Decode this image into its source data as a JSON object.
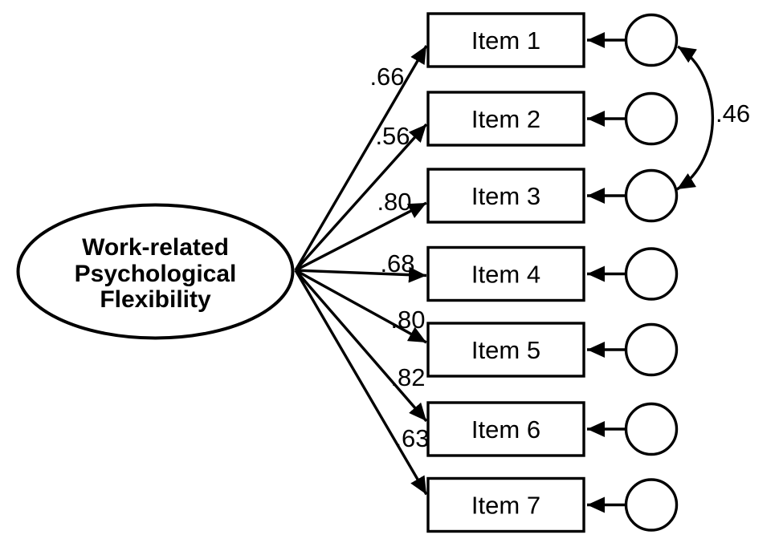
{
  "diagram": {
    "latent_variable": {
      "label_lines": [
        "Work-related",
        "Psychological",
        "Flexibility"
      ]
    },
    "indicators": [
      {
        "label": "Item 1",
        "loading": ".66"
      },
      {
        "label": "Item 2",
        "loading": ".56"
      },
      {
        "label": "Item 3",
        "loading": ".80"
      },
      {
        "label": "Item 4",
        "loading": ".68"
      },
      {
        "label": "Item 5",
        "loading": ".80"
      },
      {
        "label": "Item 6",
        "loading": ".82"
      },
      {
        "label": "Item 7",
        "loading": ".63"
      }
    ],
    "error_covariance": {
      "value": ".46",
      "between": [
        "Item 1",
        "Item 3"
      ]
    },
    "colors": {
      "line": "#000000",
      "text": "#000000",
      "background": "#ffffff"
    }
  }
}
